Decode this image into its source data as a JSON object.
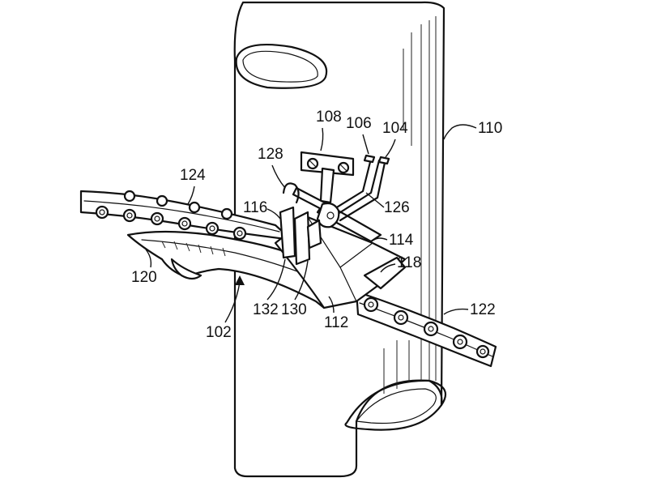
{
  "labels": {
    "l104": "104",
    "l106": "106",
    "l108": "108",
    "l110": "110",
    "l112": "112",
    "l114": "114",
    "l116": "116",
    "l118": "118",
    "l120": "120",
    "l122": "122",
    "l124": "124",
    "l126": "126",
    "l128": "128",
    "l130": "130",
    "l132": "132",
    "l102": "102"
  }
}
